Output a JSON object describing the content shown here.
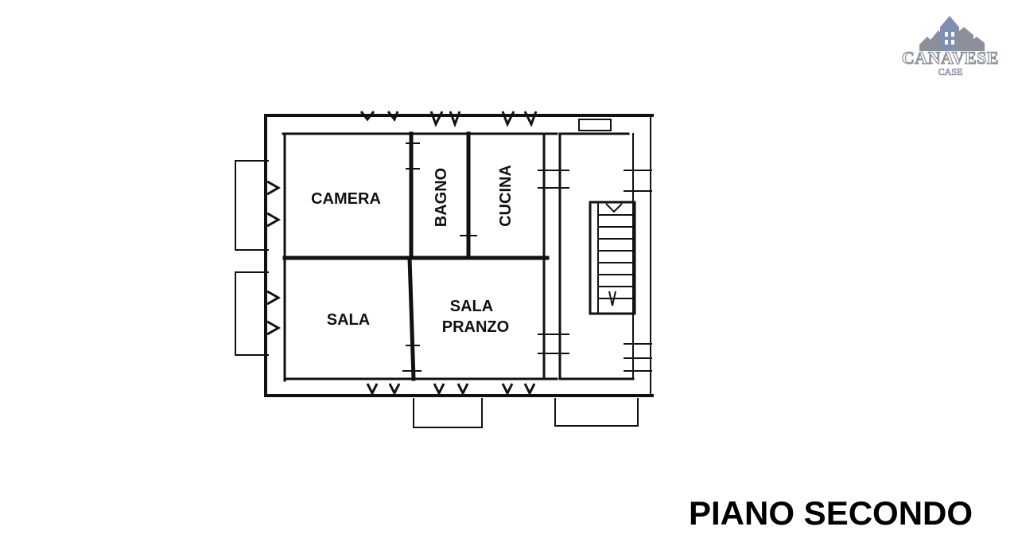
{
  "floor_title": "PIANO SECONDO",
  "rooms": {
    "camera": "CAMERA",
    "bagno": "BAGNO",
    "cucina": "CUCINA",
    "sala": "SALA",
    "sala_pranzo_line1": "SALA",
    "sala_pranzo_line2": "PRANZO"
  },
  "logo": {
    "brand": "CANAVESE",
    "sub": "CASE",
    "color": "#8a8f99",
    "accent": "#4a5a8c"
  },
  "colors": {
    "walls": "#111111",
    "background": "#ffffff"
  }
}
